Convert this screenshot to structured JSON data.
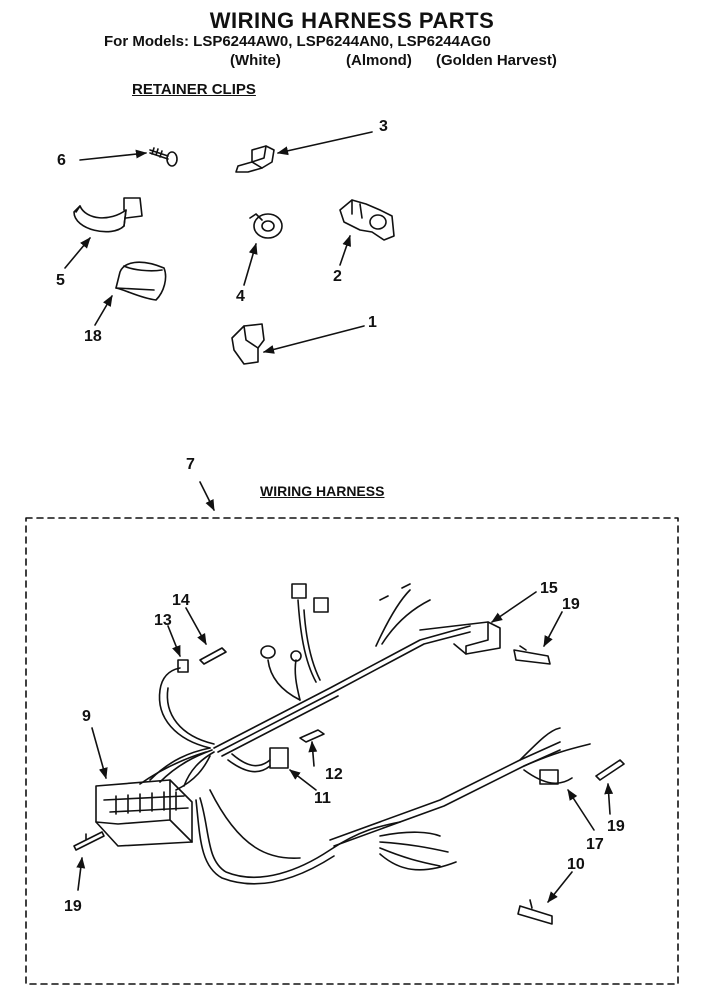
{
  "header": {
    "title": "WIRING HARNESS PARTS",
    "models_line": "For Models: LSP6244AW0,  LSP6244AN0,  LSP6244AG0",
    "color_white": "(White)",
    "color_almond": "(Almond)",
    "color_golden": "(Golden Harvest)"
  },
  "sections": {
    "retainer_clips": "RETAINER CLIPS",
    "wiring_harness": "WIRING HARNESS"
  },
  "callouts": {
    "c1": "1",
    "c2": "2",
    "c3": "3",
    "c4": "4",
    "c5": "5",
    "c6": "6",
    "c18": "18",
    "c7": "7",
    "c9": "9",
    "c10": "10",
    "c11": "11",
    "c12": "12",
    "c13": "13",
    "c14": "14",
    "c15": "15",
    "c17": "17",
    "c19a": "19",
    "c19b": "19",
    "c19c": "19"
  }
}
